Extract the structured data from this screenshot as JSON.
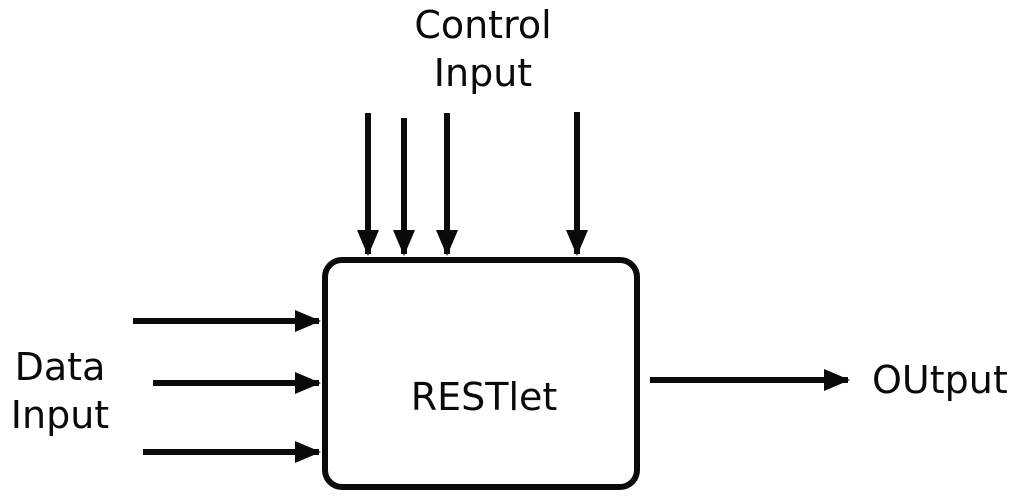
{
  "colors": {
    "ink": "#0a0a0a",
    "background": "#ffffff"
  },
  "diagram": {
    "node": {
      "label": "RESTlet"
    },
    "labels": {
      "control_input": "Control\nInput",
      "data_input": "Data\nInput",
      "output": "OUtput"
    },
    "arrows": {
      "control_input_count": 4,
      "data_input_count": 3,
      "output_count": 1
    }
  }
}
